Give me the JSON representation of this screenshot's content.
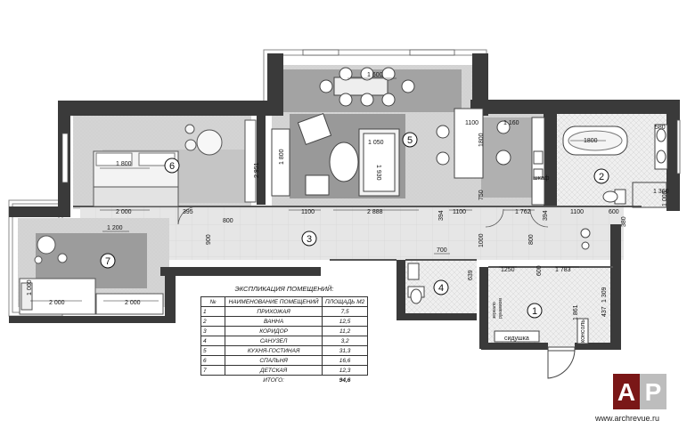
{
  "rooms": [
    {
      "no": "1",
      "name": "ПРИХОЖАЯ",
      "area": "7,5"
    },
    {
      "no": "2",
      "name": "ВАННА",
      "area": "12,5"
    },
    {
      "no": "3",
      "name": "КОРИДОР",
      "area": "11,2"
    },
    {
      "no": "4",
      "name": "САНУЗЕЛ",
      "area": "3,2"
    },
    {
      "no": "5",
      "name": "КУХНЯ-ГОСТИНАЯ",
      "area": "31,3"
    },
    {
      "no": "6",
      "name": "СПАЛЬНЯ",
      "area": "16,6"
    },
    {
      "no": "7",
      "name": "ДЕТСКАЯ",
      "area": "12,3"
    }
  ],
  "legend": {
    "title": "ЭКСПЛИКАЦИЯ ПОМЕЩЕНИЙ:",
    "col_no": "№",
    "col_name": "НАИМЕНОВАНИЕ ПОМЕЩЕНИЙ",
    "col_area": "ПЛОЩАДЬ М2",
    "total_label": "ИТОГО:",
    "total_value": "94,6"
  },
  "labels": {
    "bench": "сидушка",
    "console": "консоль",
    "wardrobe": "шкаф",
    "mirror_text": "зеркало",
    "mirror_text2": "рукамиом"
  },
  "dimensions": {
    "d1600": "1 600",
    "d1100a": "1100",
    "d1160": "1 160",
    "d1800bath": "1800",
    "d580": "580",
    "d1800bed": "1 800",
    "d1050": "1 050",
    "d1930": "1 930",
    "d1800kit": "1800",
    "d2951": "2 951",
    "d1800v": "1 800",
    "d750": "750",
    "d1360": "1 360",
    "d1000v": "1 000",
    "d2000bed": "2 000",
    "d395": "395",
    "d800a": "800",
    "d1100b": "1100",
    "d2888": "2 888",
    "d394a": "394",
    "d1100c": "1100",
    "d1762": "1 762",
    "d394b": "394",
    "d1100d": "1100",
    "d600a": "600",
    "d380": "380",
    "d1200": "1 200",
    "d900": "900",
    "d700": "700",
    "d1000c": "1000",
    "d800b": "800",
    "d1250": "1250",
    "d600b": "600",
    "d1783": "1 783",
    "d639": "639",
    "d1000a": "1 000",
    "d2000a": "2 000",
    "d2000b": "2 000",
    "d1309": "1 309",
    "d437": "437",
    "d1861": "1 861"
  },
  "logo": {
    "letter_a": "A",
    "letter_p": "P"
  },
  "website": "www.archrevue.ru"
}
